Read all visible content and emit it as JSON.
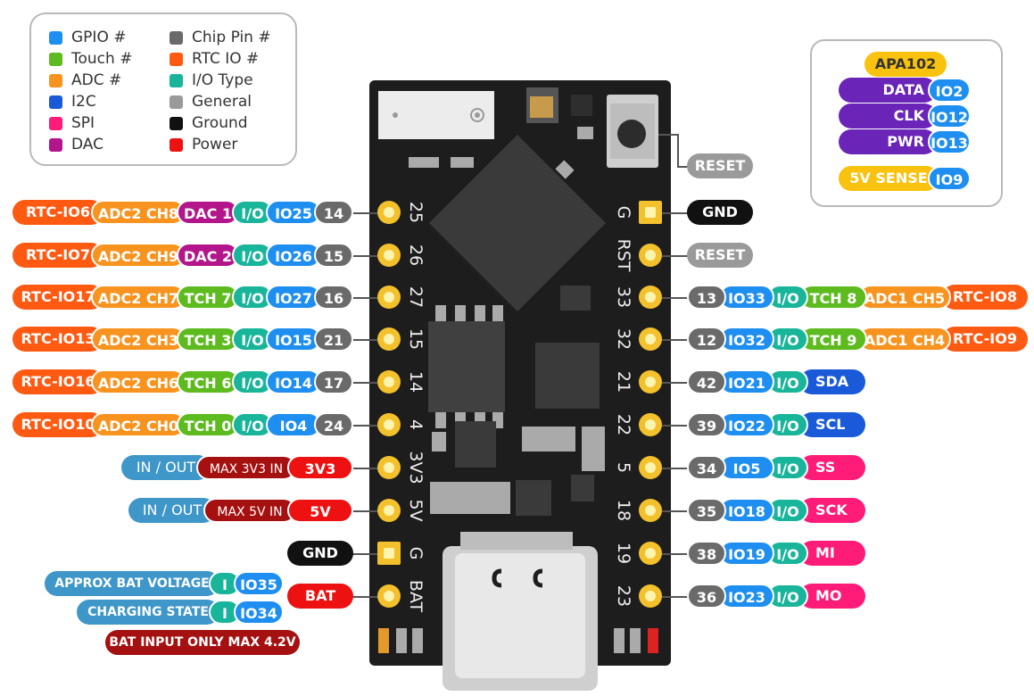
{
  "legend": [
    {
      "label": "GPIO #",
      "color": "#1e8ff0"
    },
    {
      "label": "Touch #",
      "color": "#5dbb1f"
    },
    {
      "label": "ADC #",
      "color": "#f7931e"
    },
    {
      "label": "I2C",
      "color": "#1a5ad8"
    },
    {
      "label": "SPI",
      "color": "#ff1b78"
    },
    {
      "label": "DAC",
      "color": "#b3158a"
    },
    {
      "label": "Chip Pin #",
      "color": "#6a6a6a"
    },
    {
      "label": "RTC IO #",
      "color": "#ff5a12"
    },
    {
      "label": "I/O Type",
      "color": "#18b59a"
    },
    {
      "label": "General",
      "color": "#9a9a9a"
    },
    {
      "label": "Ground",
      "color": "#111111"
    },
    {
      "label": "Power",
      "color": "#ee1111"
    }
  ],
  "apa102": {
    "title": "APA102",
    "rows": [
      {
        "label": "DATA",
        "io": "IO2"
      },
      {
        "label": "CLK",
        "io": "IO12"
      },
      {
        "label": "PWR",
        "io": "IO13"
      }
    ],
    "sense": {
      "label": "5V SENSE",
      "io": "IO9"
    }
  },
  "reset_button_label": "RESET",
  "left_pins": [
    {
      "silk": "25",
      "tags": [
        "RTC-IO6",
        "ADC2 CH8",
        "DAC 1",
        "I/O",
        "IO25",
        "14"
      ]
    },
    {
      "silk": "26",
      "tags": [
        "RTC-IO7",
        "ADC2 CH9",
        "DAC 2",
        "I/O",
        "IO26",
        "15"
      ]
    },
    {
      "silk": "27",
      "tags": [
        "RTC-IO17",
        "ADC2 CH7",
        "TCH 7",
        "I/O",
        "IO27",
        "16"
      ]
    },
    {
      "silk": "15",
      "tags": [
        "RTC-IO13",
        "ADC2 CH3",
        "TCH 3",
        "I/O",
        "IO15",
        "21"
      ]
    },
    {
      "silk": "14",
      "tags": [
        "RTC-IO16",
        "ADC2 CH6",
        "TCH 6",
        "I/O",
        "IO14",
        "17"
      ]
    },
    {
      "silk": "4",
      "tags": [
        "RTC-IO10",
        "ADC2 CH0",
        "TCH 0",
        "I/O",
        "IO4",
        "24"
      ]
    },
    {
      "silk": "3V3",
      "tags": [
        "IN / OUT",
        "MAX 3V3 IN",
        "3V3"
      ]
    },
    {
      "silk": "5V",
      "tags": [
        "IN / OUT",
        "MAX 5V IN",
        "5V"
      ]
    },
    {
      "silk": "G",
      "tags": [
        "GND"
      ]
    },
    {
      "silk": "BAT",
      "tags": [
        "BAT"
      ]
    }
  ],
  "bat_info": [
    {
      "label": "APPROX BAT VOLTAGE",
      "type": "I",
      "io": "IO35"
    },
    {
      "label": "CHARGING STATE",
      "type": "I",
      "io": "IO34"
    }
  ],
  "bat_note": "BAT INPUT ONLY MAX 4.2V",
  "right_pins": [
    {
      "silk": "G",
      "tags": [
        "GND"
      ]
    },
    {
      "silk": "RST",
      "tags": [
        "RESET"
      ]
    },
    {
      "silk": "33",
      "tags": [
        "13",
        "IO33",
        "I/O",
        "TCH 8",
        "ADC1 CH5",
        "RTC-IO8"
      ]
    },
    {
      "silk": "32",
      "tags": [
        "12",
        "IO32",
        "I/O",
        "TCH 9",
        "ADC1 CH4",
        "RTC-IO9"
      ]
    },
    {
      "silk": "21",
      "tags": [
        "42",
        "IO21",
        "I/O",
        "SDA"
      ]
    },
    {
      "silk": "22",
      "tags": [
        "39",
        "IO22",
        "I/O",
        "SCL"
      ]
    },
    {
      "silk": "5",
      "tags": [
        "34",
        "IO5",
        "I/O",
        "SS"
      ]
    },
    {
      "silk": "18",
      "tags": [
        "35",
        "IO18",
        "I/O",
        "SCK"
      ]
    },
    {
      "silk": "19",
      "tags": [
        "38",
        "IO19",
        "I/O",
        "MI"
      ]
    },
    {
      "silk": "23",
      "tags": [
        "36",
        "IO23",
        "I/O",
        "MO"
      ]
    }
  ]
}
